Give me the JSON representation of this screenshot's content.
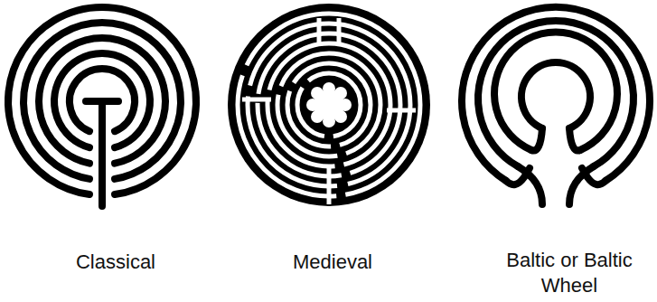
{
  "diagram": {
    "labels": [
      "Classical",
      "Medieval",
      "Baltic or Baltic Wheel"
    ]
  }
}
